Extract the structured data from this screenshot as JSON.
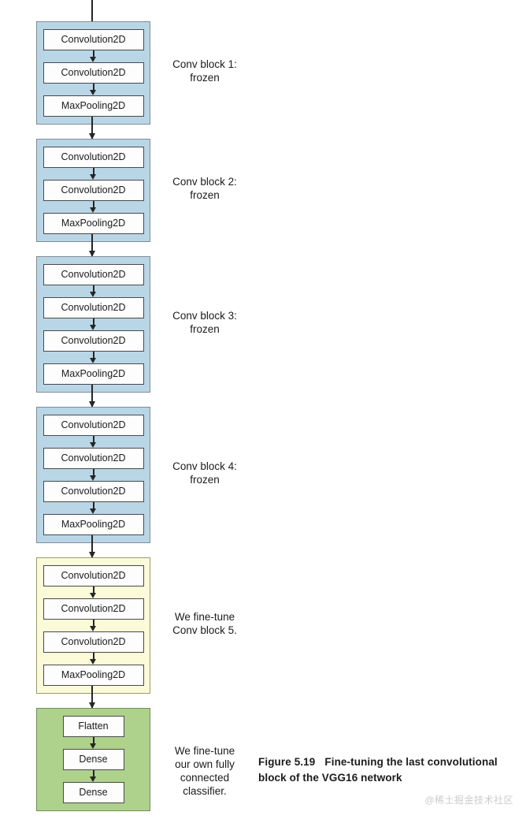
{
  "figure": {
    "caption_number": "Figure 5.19",
    "caption_text": "Fine-tuning the last convolutional block of the VGG16 network"
  },
  "watermark": "@稀土掘金技术社区",
  "colors": {
    "frozen_block_fill": "#b9d6e6",
    "frozen_block_border": "#7f8c95",
    "finetuned_block_fill": "#fbfbd9",
    "finetuned_block_border": "#9a9a6a",
    "classifier_block_fill": "#aed18c",
    "classifier_block_border": "#6f8f57",
    "layer_fill": "#fdfdfd",
    "layer_border": "#4a4a4a",
    "arrow": "#262626"
  },
  "blocks": [
    {
      "id": "conv-block-1",
      "style": "blue",
      "annotation": "Conv block 1:\nfrozen",
      "layers": [
        {
          "label": "Convolution2D"
        },
        {
          "label": "Convolution2D"
        },
        {
          "label": "MaxPooling2D"
        }
      ]
    },
    {
      "id": "conv-block-2",
      "style": "blue",
      "annotation": "Conv block 2:\nfrozen",
      "layers": [
        {
          "label": "Convolution2D"
        },
        {
          "label": "Convolution2D"
        },
        {
          "label": "MaxPooling2D"
        }
      ]
    },
    {
      "id": "conv-block-3",
      "style": "blue",
      "annotation": "Conv block 3:\nfrozen",
      "layers": [
        {
          "label": "Convolution2D"
        },
        {
          "label": "Convolution2D"
        },
        {
          "label": "Convolution2D"
        },
        {
          "label": "MaxPooling2D"
        }
      ]
    },
    {
      "id": "conv-block-4",
      "style": "blue",
      "annotation": "Conv block 4:\nfrozen",
      "layers": [
        {
          "label": "Convolution2D"
        },
        {
          "label": "Convolution2D"
        },
        {
          "label": "Convolution2D"
        },
        {
          "label": "MaxPooling2D"
        }
      ]
    },
    {
      "id": "conv-block-5",
      "style": "yellow",
      "annotation": "We fine-tune\nConv block 5.",
      "layers": [
        {
          "label": "Convolution2D"
        },
        {
          "label": "Convolution2D"
        },
        {
          "label": "Convolution2D"
        },
        {
          "label": "MaxPooling2D"
        }
      ]
    },
    {
      "id": "classifier-block",
      "style": "green",
      "annotation": "We fine-tune\nour own fully\nconnected\nclassifier.",
      "layers": [
        {
          "label": "Flatten"
        },
        {
          "label": "Dense"
        },
        {
          "label": "Dense"
        }
      ]
    }
  ]
}
